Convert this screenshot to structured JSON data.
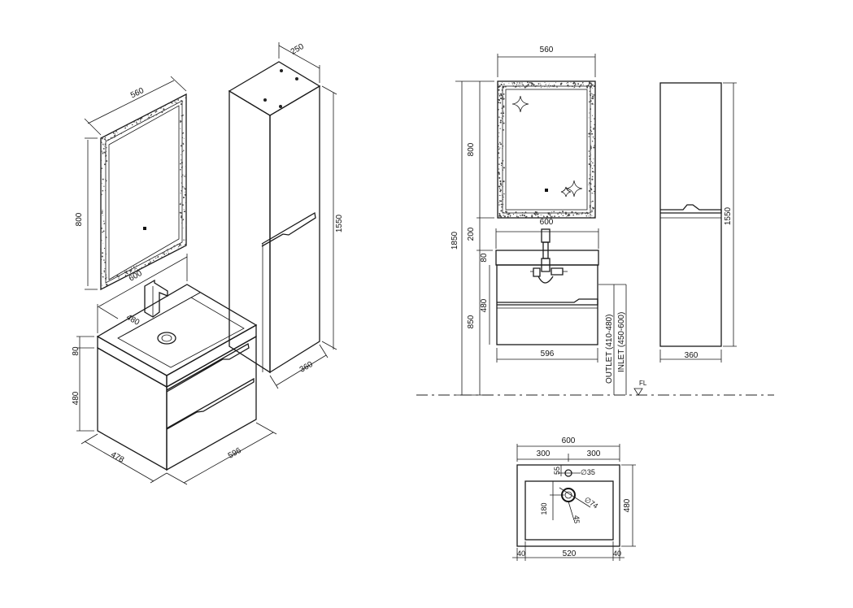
{
  "iso": {
    "mirror_w": "560",
    "mirror_h": "800",
    "vanity_w": "600",
    "vanity_d": "480",
    "top_h": "80",
    "body_h": "480",
    "side_d": "478",
    "front_w": "596",
    "cab_d": "250",
    "cab_h": "1550",
    "cab_w": "360"
  },
  "front": {
    "mirror_w": "560",
    "mirror_h": "800",
    "gap": "200",
    "total_h": "1850",
    "vanity_w": "600",
    "top_h": "80",
    "body_h": "480",
    "floor_h": "850",
    "base_w": "596",
    "outlet": "OUTLET (410-480)",
    "inlet": "INLET (450-600)",
    "floor": "FL",
    "cab_h": "1550",
    "cab_w": "360"
  },
  "plan": {
    "total_w": "600",
    "half_l": "300",
    "half_r": "300",
    "tap_off": "55",
    "tap_dia": "∅35",
    "drain_dia": "∅74",
    "drain_dep": "45",
    "drain_y": "180",
    "depth": "480",
    "edge_l": "40",
    "inner_w": "520",
    "edge_r": "40"
  }
}
